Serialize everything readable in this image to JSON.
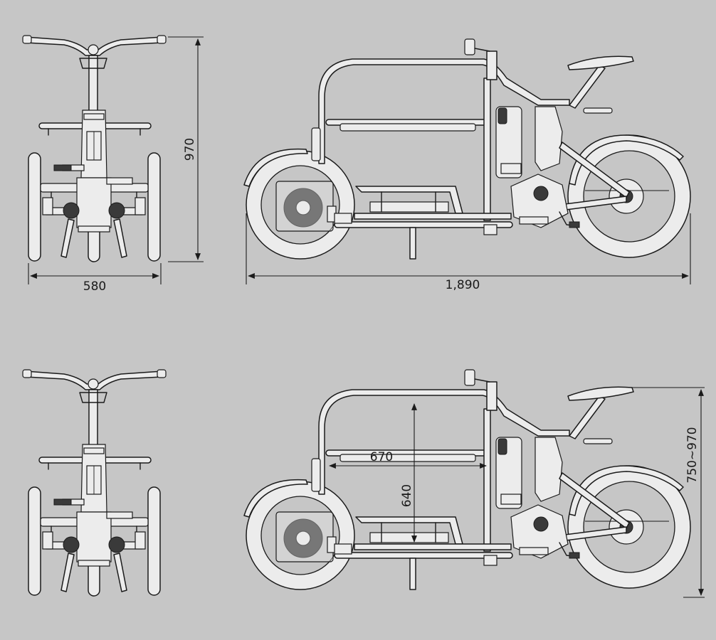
{
  "dimensions": {
    "front_height": "970",
    "front_width": "580",
    "total_length": "1,890",
    "cargo_length": "670",
    "cargo_height": "640",
    "seat_height": "750~970"
  },
  "colors": {
    "background": "#c6c6c6",
    "line": "#1b1b1b",
    "fill": "#ececec"
  }
}
